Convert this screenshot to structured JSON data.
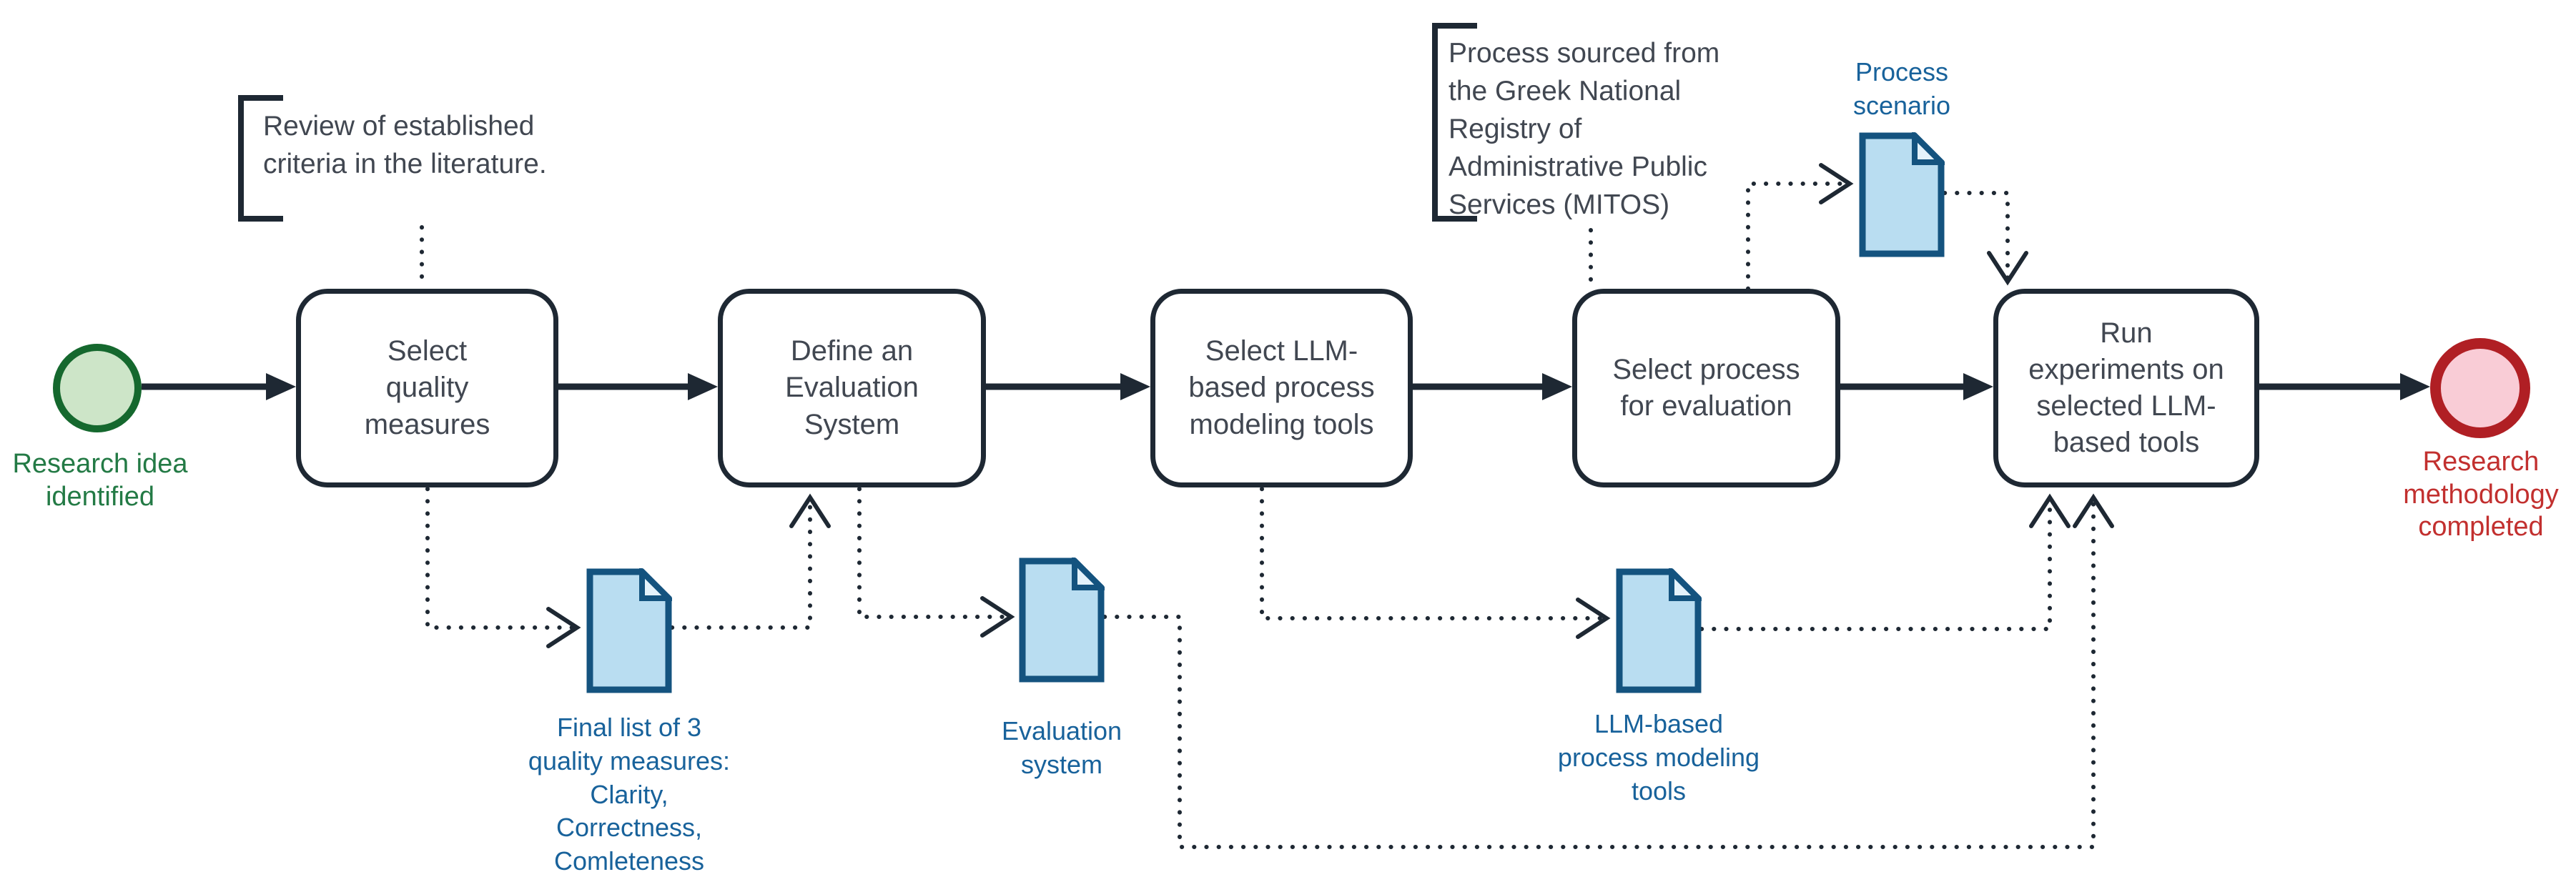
{
  "diagram": {
    "type": "BPMN research methodology process",
    "start_event": {
      "label": "Research idea\nidentified"
    },
    "end_event": {
      "label": "Research\nmethodology\ncompleted"
    },
    "tasks": [
      {
        "label": "Select\nquality\nmeasures"
      },
      {
        "label": "Define an\nEvaluation\nSystem"
      },
      {
        "label": "Select LLM-\nbased process\nmodeling tools"
      },
      {
        "label": "Select process\nfor evaluation"
      },
      {
        "label": "Run\nexperiments on\nselected LLM-\nbased tools"
      }
    ],
    "data_objects": [
      {
        "label": "Final list of 3\nquality measures:\nClarity,\nCorrectness,\nComleteness"
      },
      {
        "label": "Evaluation\nsystem"
      },
      {
        "label": "LLM-based\nprocess modeling\ntools"
      },
      {
        "label": "Process\nscenario"
      }
    ],
    "annotations": [
      {
        "text": "Review of established\ncriteria in the literature."
      },
      {
        "text": "Process sourced from\nthe Greek National\nRegistry of\nAdministrative Public\nServices (MITOS)"
      }
    ],
    "colors": {
      "ink": "#1e2833",
      "task_text": "#414751",
      "green_stroke": "#15682e",
      "green_fill": "#cde5c8",
      "green_text": "#237a45",
      "red_stroke": "#b01f24",
      "red_fill": "#f9ccd6",
      "red_text": "#c2302f",
      "blue_stroke": "#14537f",
      "blue_fill": "#b9ddf1",
      "blue_text": "#18629b"
    }
  }
}
